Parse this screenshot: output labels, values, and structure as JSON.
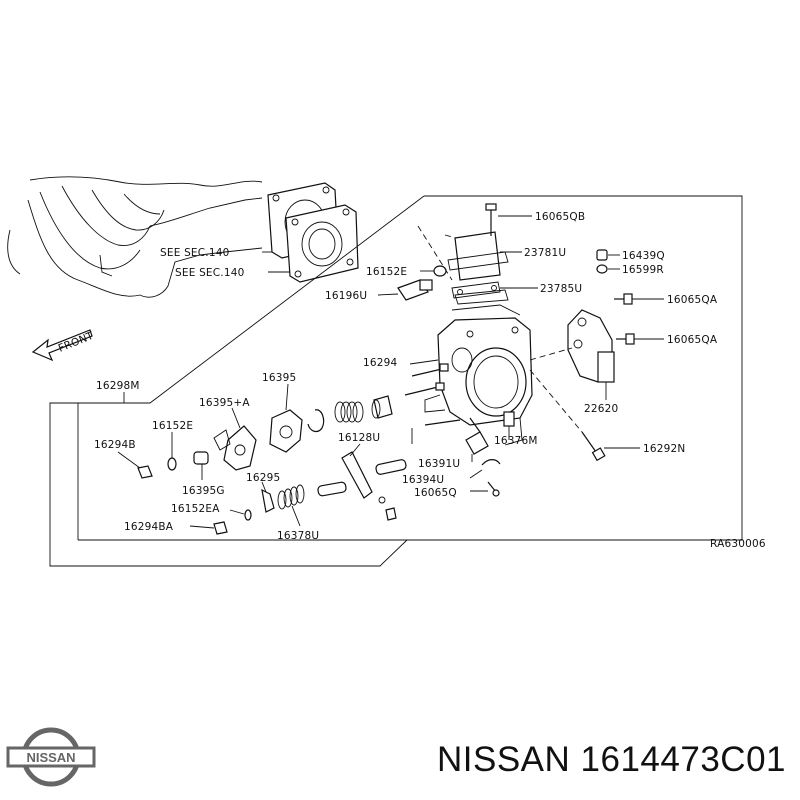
{
  "diagram": {
    "see_sec_1": "SEE SEC.140",
    "see_sec_2": "SEE SEC.140",
    "front": "FRONT",
    "ref_code": "RA630006",
    "labels": {
      "p160650B": "16065QB",
      "p23781U": "23781U",
      "p16439Q": "16439Q",
      "p16599R": "16599R",
      "p16152E_top": "16152E",
      "p23785U": "23785U",
      "p16196U": "16196U",
      "p16065QA_1": "16065QA",
      "p16065QA_2": "16065QA",
      "p16294": "16294",
      "p16298M": "16298M",
      "p16395": "16395",
      "p16395A": "16395+A",
      "p16152E": "16152E",
      "p22620": "22620",
      "p16294B": "16294B",
      "p16128U": "16128U",
      "p16376M": "16376M",
      "p16292N": "16292N",
      "p16395G": "16395G",
      "p16295": "16295",
      "p16391U": "16391U",
      "p16394U": "16394U",
      "p16152EA": "16152EA",
      "p16065Q": "16065Q",
      "p16294BA": "16294BA",
      "p16378U": "16378U"
    }
  },
  "brand": {
    "logo_text": "NISSAN",
    "name": "NISSAN",
    "part_number": "1614473C01",
    "title": "NISSAN 1614473C01"
  }
}
